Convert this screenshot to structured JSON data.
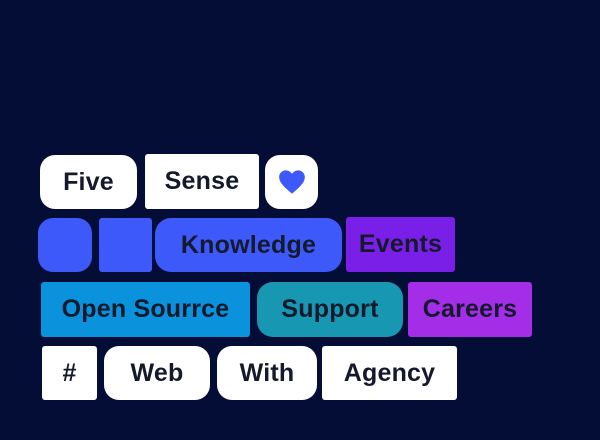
{
  "labels": {
    "five": "Five",
    "sense": "Sense",
    "knowledge": "Knowledge",
    "events": "Events",
    "open_source": "Open Sourrce",
    "support": "Support",
    "careers": "Careers",
    "hash": "#",
    "web": "Web",
    "with": "With",
    "agency": "Agency"
  },
  "icons": {
    "heart": "heart-icon"
  },
  "colors": {
    "background": "#040D36",
    "tag_white": "#FFFFFF",
    "tag_blue": "#3D59FA",
    "tag_violet": "#7A1FE8",
    "tag_azure": "#0A92DD",
    "tag_teal": "#1897B2",
    "tag_purple": "#A42DE8",
    "text_dark": "#141A2C",
    "heart_blue": "#3D59FA"
  }
}
